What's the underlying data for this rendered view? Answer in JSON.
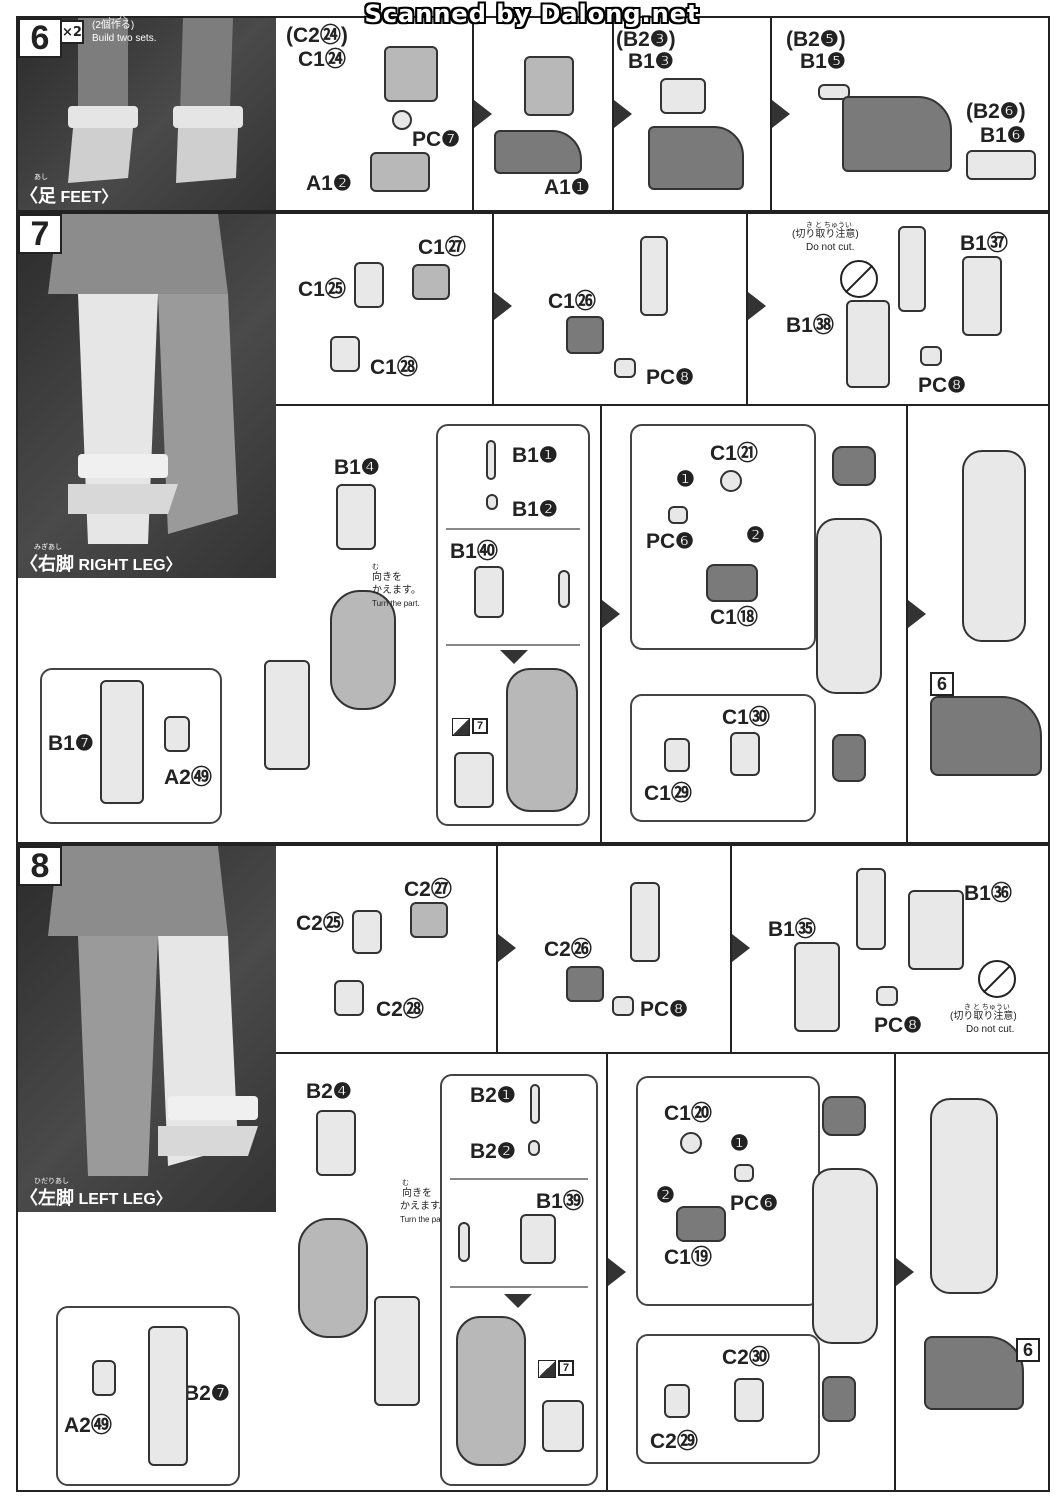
{
  "watermark": "Scanned by Dalong.net",
  "step6": {
    "number": "6",
    "multiplier": "×2",
    "ruby": "こづく",
    "note_jp": "(2個作る)",
    "note_en": "Build two sets.",
    "caption_ruby": "あし",
    "caption_jp": "〈足",
    "caption_en": "FEET〉",
    "labels": [
      "(C2㉔)",
      "C1㉔",
      "PC❼",
      "A1❷",
      "A1❶",
      "(B2❸)",
      "B1❸",
      "(B2❺)",
      "B1❺",
      "(B2❻)",
      "B1❻"
    ]
  },
  "step7": {
    "number": "7",
    "caption_ruby": "みぎあし",
    "caption_jp": "〈右脚",
    "caption_en": "RIGHT LEG〉",
    "top_labels": [
      "C1㉗",
      "C1㉕",
      "C1㉘",
      "C1㉖",
      "PC❽",
      "B1㊲",
      "B1㊳",
      "PC❽"
    ],
    "cut_ruby": "き と ちゅうい",
    "cut_jp": "(切り取り注意)",
    "cut_en": "Do not cut.",
    "labels_b": [
      "B1❹",
      "B1❶",
      "B1❷",
      "B1㊵",
      "C1㉑",
      "PC❻",
      "C1⑱",
      "C1㉚",
      "C1㉙",
      "B1❼",
      "A2㊾"
    ],
    "turn_ruby": "む",
    "turn_jp1": "向きを",
    "turn_jp2": "かえます。",
    "turn_en": "Turn the part.",
    "seq1": "❶",
    "seq2": "❷",
    "ref6": "6",
    "ref7": "7"
  },
  "step8": {
    "number": "8",
    "caption_ruby": "ひだりあし",
    "caption_jp": "〈左脚",
    "caption_en": "LEFT LEG〉",
    "top_labels": [
      "C2㉗",
      "C2㉕",
      "C2㉘",
      "C2㉖",
      "PC❽",
      "B1㊱",
      "B1㉟",
      "PC❽"
    ],
    "cut_ruby": "き と ちゅうい",
    "cut_jp": "(切り取り注意)",
    "cut_en": "Do not cut.",
    "labels_b": [
      "B2❹",
      "B2❶",
      "B2❷",
      "B1㊴",
      "C1⑳",
      "PC❻",
      "C1⑲",
      "C2㉚",
      "C2㉙",
      "B2❼",
      "A2㊾"
    ],
    "turn_ruby": "む",
    "turn_jp1": "向きを",
    "turn_jp2": "かえます。",
    "turn_en": "Turn the part.",
    "seq1": "❶",
    "seq2": "❷",
    "ref6": "6",
    "ref7": "7"
  }
}
